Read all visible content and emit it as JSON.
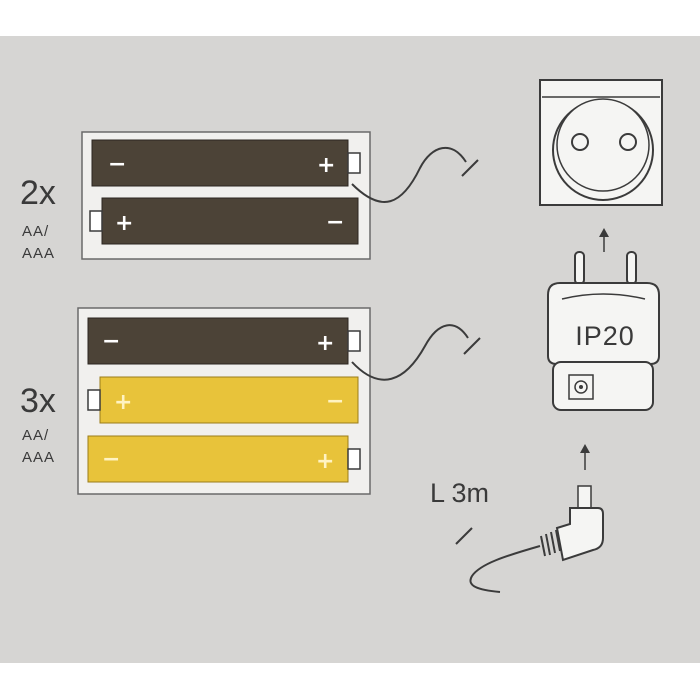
{
  "colors": {
    "panel": "#d6d5d3",
    "holder": "#f1f0ee",
    "battery_dark": "#4c4337",
    "battery_yellow": "#e8c33a",
    "line": "#3b3b3b",
    "device": "#f5f5f3"
  },
  "groups": [
    {
      "count": "2x",
      "type_line1": "AA/",
      "type_line2": "AAA",
      "batteries": [
        {
          "color": "dark",
          "left_sign": "−",
          "right_sign": "+"
        },
        {
          "color": "dark",
          "left_sign": "+",
          "right_sign": "−"
        }
      ]
    },
    {
      "count": "3x",
      "type_line1": "AA/",
      "type_line2": "AAA",
      "batteries": [
        {
          "color": "dark",
          "left_sign": "−",
          "right_sign": "+"
        },
        {
          "color": "yellow",
          "left_sign": "+",
          "right_sign": "−"
        },
        {
          "color": "yellow",
          "left_sign": "−",
          "right_sign": "+"
        }
      ]
    }
  ],
  "adapter": {
    "rating": "IP20",
    "socket_icon": "wall-socket-icon",
    "power_icon": "power-button-icon"
  },
  "cable": {
    "length": "L 3m",
    "plug_icon": "dc-plug-icon"
  }
}
